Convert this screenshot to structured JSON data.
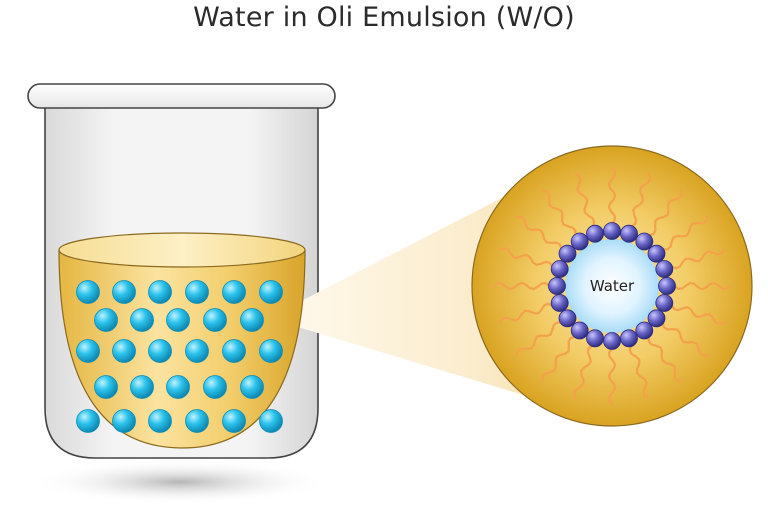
{
  "title": "Water in Oli Emulsion (W/O)",
  "zoom_label": "Water",
  "colors": {
    "oil_light": "#fbe7a6",
    "oil_dark": "#d9a520",
    "oil_edge": "#8a6a1e",
    "water_droplet": "#2cc3ec",
    "water_droplet_edge": "#0f8fb8",
    "surfactant_head": "#6a66c8",
    "surfactant_head_edge": "#2e2c7e",
    "surfactant_tail": "#f3a24b",
    "glass_edge": "#444444",
    "water_core": "#d8f1ff"
  },
  "droplet_rows": [
    6,
    5,
    6,
    5,
    6
  ],
  "surfactant_count": 20
}
